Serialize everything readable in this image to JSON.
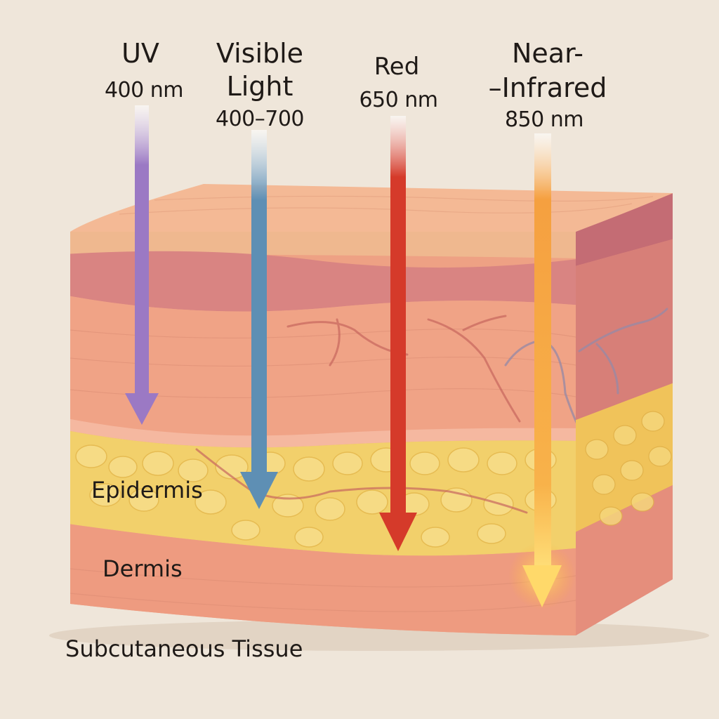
{
  "beams": {
    "uv": {
      "name": "UV",
      "wavelength": "400 nm",
      "color": "#9b79c4"
    },
    "visible": {
      "name_line1": "Visible",
      "name_line2": "Light",
      "wavelength": "400–700",
      "color": "#5e8fb4"
    },
    "red": {
      "name": "Red",
      "wavelength": "650 nm",
      "color": "#d53a2a"
    },
    "nir": {
      "name_line1": "Near-",
      "name_line2": "–Infrared",
      "wavelength": "850 nm",
      "color": "#f5a040"
    }
  },
  "layers": {
    "epidermis": "Epidermis",
    "dermis": "Dermis",
    "subcutaneous": "Subcutaneous Tissue"
  },
  "colors": {
    "background": "#efe6da",
    "skin_top": "#f2b08f",
    "skin_front": "#eea184",
    "skin_band": "#d98482",
    "fat": "#f2d06b",
    "side": "#d77f78"
  }
}
